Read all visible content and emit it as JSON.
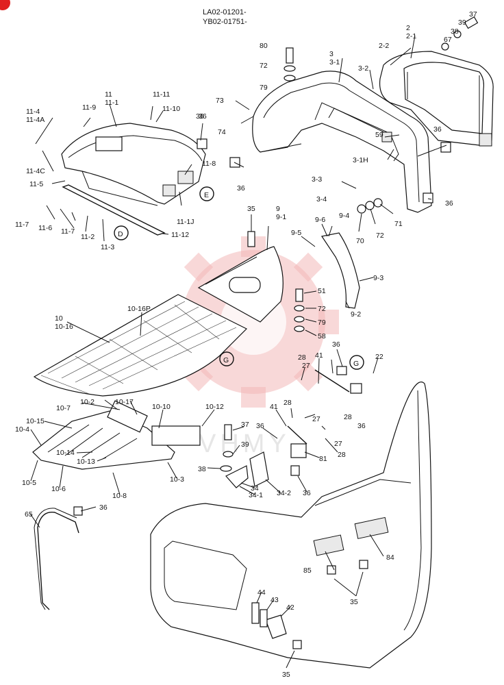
{
  "header": {
    "line1": "LA02-01201-",
    "line2": "YB02-01751-"
  },
  "badge": {
    "color": "#e02020"
  },
  "watermark": {
    "text": "VHMY",
    "color": "#f2b8b8"
  },
  "callouts": {
    "D": "D",
    "E": "E",
    "G1": "G",
    "G2": "G"
  },
  "labels": [
    {
      "id": "l37a",
      "text": "37"
    },
    {
      "id": "l39a",
      "text": "39"
    },
    {
      "id": "l38a",
      "text": "38"
    },
    {
      "id": "l67",
      "text": "67"
    },
    {
      "id": "l2",
      "text": "2"
    },
    {
      "id": "l2_1",
      "text": "2-1"
    },
    {
      "id": "l2_2",
      "text": "2-2"
    },
    {
      "id": "l80",
      "text": "80"
    },
    {
      "id": "l72a",
      "text": "72"
    },
    {
      "id": "l79a",
      "text": "79"
    },
    {
      "id": "l3",
      "text": "3"
    },
    {
      "id": "l3_1",
      "text": "3-1"
    },
    {
      "id": "l3_2",
      "text": "3-2"
    },
    {
      "id": "l73",
      "text": "73"
    },
    {
      "id": "l74",
      "text": "74"
    },
    {
      "id": "l36a",
      "text": "36"
    },
    {
      "id": "l59",
      "text": "59"
    },
    {
      "id": "l36b",
      "text": "36"
    },
    {
      "id": "l3_1H",
      "text": "3-1H"
    },
    {
      "id": "l36c",
      "text": "36"
    },
    {
      "id": "l3_3",
      "text": "3-3"
    },
    {
      "id": "l3_4",
      "text": "3-4"
    },
    {
      "id": "l36d",
      "text": "36"
    },
    {
      "id": "l71",
      "text": "71"
    },
    {
      "id": "l70",
      "text": "70"
    },
    {
      "id": "l72b",
      "text": "72"
    },
    {
      "id": "l11",
      "text": "11"
    },
    {
      "id": "l11_1",
      "text": "11-1"
    },
    {
      "id": "l11_11",
      "text": "11-11"
    },
    {
      "id": "l11_9",
      "text": "11-9"
    },
    {
      "id": "l11_10",
      "text": "11-10"
    },
    {
      "id": "l11_4",
      "text": "11-4"
    },
    {
      "id": "l11_4A",
      "text": "11-4A"
    },
    {
      "id": "l36e",
      "text": "36"
    },
    {
      "id": "l11_8",
      "text": "11-8"
    },
    {
      "id": "l11_4C",
      "text": "11-4C"
    },
    {
      "id": "l11_5",
      "text": "11-5"
    },
    {
      "id": "l11_7a",
      "text": "11-7"
    },
    {
      "id": "l11_6",
      "text": "11-6"
    },
    {
      "id": "l11_7b",
      "text": "11-7"
    },
    {
      "id": "l11_2",
      "text": "11-2"
    },
    {
      "id": "l11_3",
      "text": "11-3"
    },
    {
      "id": "l11_1J",
      "text": "11-1J"
    },
    {
      "id": "l11_12",
      "text": "11-12"
    },
    {
      "id": "l35a",
      "text": "35"
    },
    {
      "id": "l9",
      "text": "9"
    },
    {
      "id": "l9_1",
      "text": "9-1"
    },
    {
      "id": "l9_4",
      "text": "9-4"
    },
    {
      "id": "l9_6",
      "text": "9-6"
    },
    {
      "id": "l9_5",
      "text": "9-5"
    },
    {
      "id": "l9_3",
      "text": "9-3"
    },
    {
      "id": "l9_2",
      "text": "9-2"
    },
    {
      "id": "l51",
      "text": "51"
    },
    {
      "id": "l72c",
      "text": "72"
    },
    {
      "id": "l79b",
      "text": "79"
    },
    {
      "id": "l58",
      "text": "58"
    },
    {
      "id": "l10_16P",
      "text": "10-16P"
    },
    {
      "id": "l10",
      "text": "10"
    },
    {
      "id": "l10_16",
      "text": "10-16"
    },
    {
      "id": "l36f",
      "text": "36"
    },
    {
      "id": "l22",
      "text": "22"
    },
    {
      "id": "l27a",
      "text": "27"
    },
    {
      "id": "l28a",
      "text": "28"
    },
    {
      "id": "l41a",
      "text": "41"
    },
    {
      "id": "l28b",
      "text": "28"
    },
    {
      "id": "l36g",
      "text": "36"
    },
    {
      "id": "l10_7",
      "text": "10-7"
    },
    {
      "id": "l10_2",
      "text": "10-2"
    },
    {
      "id": "l10_17",
      "text": "10-17"
    },
    {
      "id": "l10_10",
      "text": "10-10"
    },
    {
      "id": "l10_12",
      "text": "10-12"
    },
    {
      "id": "l41b",
      "text": "41"
    },
    {
      "id": "l28c",
      "text": "28"
    },
    {
      "id": "l27b",
      "text": "27"
    },
    {
      "id": "l10_15",
      "text": "10-15"
    },
    {
      "id": "l10_4",
      "text": "10-4"
    },
    {
      "id": "l37b",
      "text": "37"
    },
    {
      "id": "l36h",
      "text": "36"
    },
    {
      "id": "l27c",
      "text": "27"
    },
    {
      "id": "l39b",
      "text": "39"
    },
    {
      "id": "l28d",
      "text": "28"
    },
    {
      "id": "l10_14",
      "text": "10-14"
    },
    {
      "id": "l10_13",
      "text": "10-13"
    },
    {
      "id": "l81",
      "text": "81"
    },
    {
      "id": "l38b",
      "text": "38"
    },
    {
      "id": "l10_5",
      "text": "10-5"
    },
    {
      "id": "l10_6",
      "text": "10-6"
    },
    {
      "id": "l10_3",
      "text": "10-3"
    },
    {
      "id": "l10_8",
      "text": "10-8"
    },
    {
      "id": "l34",
      "text": "34"
    },
    {
      "id": "l34_1",
      "text": "34-1"
    },
    {
      "id": "l34_2",
      "text": "34-2"
    },
    {
      "id": "l36i",
      "text": "36"
    },
    {
      "id": "l36j",
      "text": "36"
    },
    {
      "id": "l65",
      "text": "65"
    },
    {
      "id": "l85",
      "text": "85"
    },
    {
      "id": "l84",
      "text": "84"
    },
    {
      "id": "l35b",
      "text": "35"
    },
    {
      "id": "l44",
      "text": "44"
    },
    {
      "id": "l43",
      "text": "43"
    },
    {
      "id": "l42",
      "text": "42"
    },
    {
      "id": "l35c",
      "text": "35"
    }
  ]
}
